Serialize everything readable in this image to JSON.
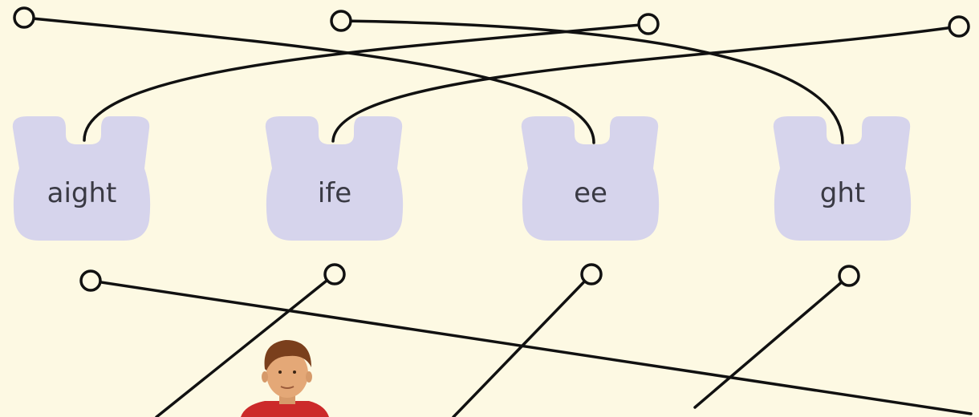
{
  "tags": [
    {
      "id": "tag-1",
      "text": "aight"
    },
    {
      "id": "tag-2",
      "text": "ife"
    },
    {
      "id": "tag-3",
      "text": "ee"
    },
    {
      "id": "tag-4",
      "text": "ght"
    }
  ],
  "colors": {
    "background": "#fdf9e3",
    "tag_fill": "#d6d4ec",
    "line": "#111111",
    "hair": "#7a3f1c",
    "skin": "#e4a877",
    "shirt": "#cc2a2a"
  },
  "icons": [
    "connector-endpoint-icon",
    "boy-figure-image"
  ]
}
